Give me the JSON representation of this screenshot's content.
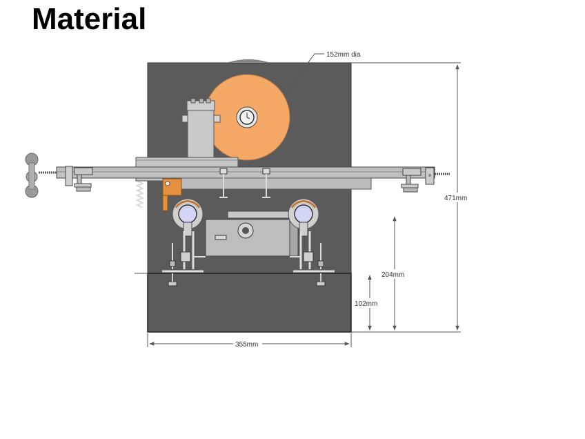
{
  "header": {
    "title": "Material"
  },
  "dimensions": {
    "blade_diameter": "152mm dia",
    "overall_height": "471mm",
    "arm_height": "204mm",
    "base_height": "102mm",
    "base_width": "355mm"
  },
  "colors": {
    "body": "#5b5b5b",
    "blade": "#f6a866",
    "metal": "#c4c4c4",
    "rail": "#bdbdbd",
    "hinge_plate": "#e59040",
    "pulley": "#d3d5f4",
    "dimension_line": "#555555"
  }
}
